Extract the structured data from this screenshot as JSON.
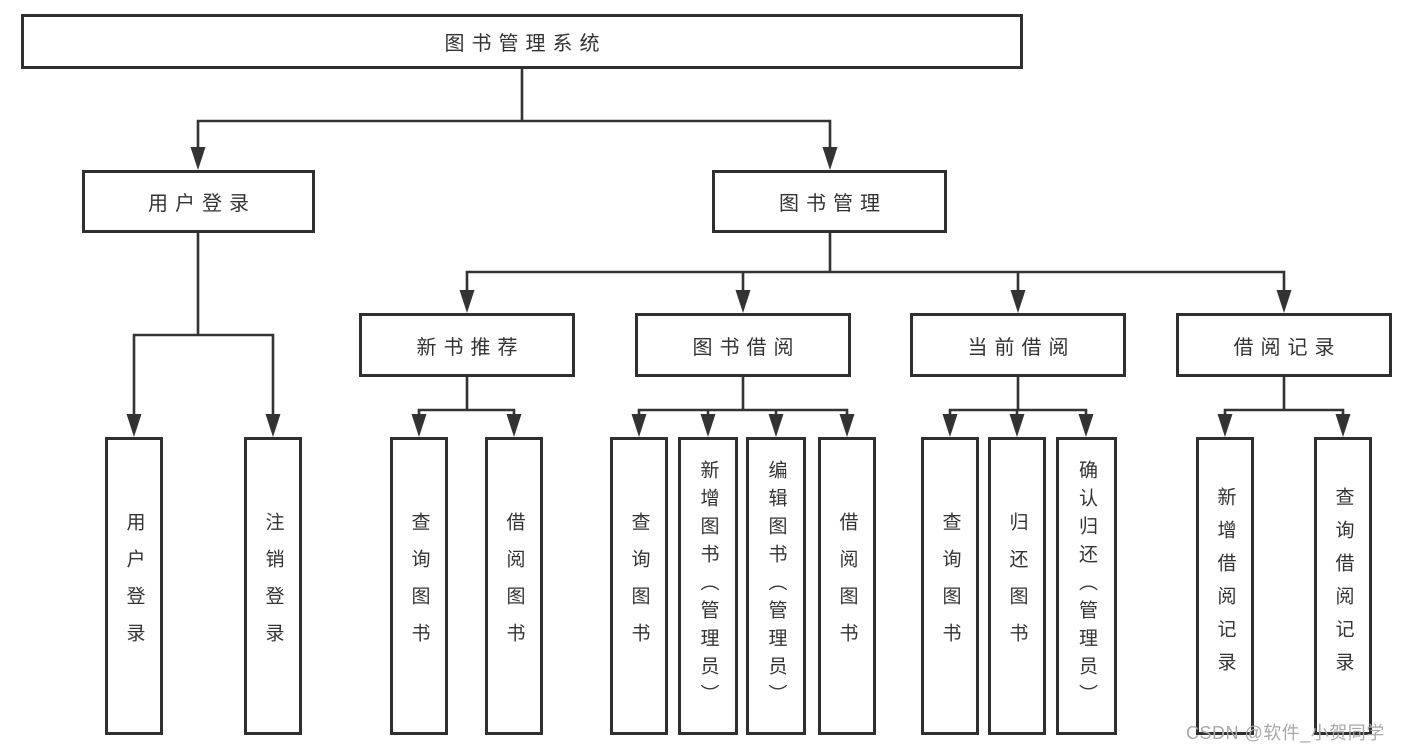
{
  "diagram_title": "图书管理系统",
  "nodes": {
    "root": "图书管理系统",
    "user_login": "用户登录",
    "book_management": "图书管理",
    "new_book_recommend": "新书推荐",
    "book_borrowing": "图书借阅",
    "current_borrowing": "当前借阅",
    "borrowing_records": "借阅记录",
    "leaf_user_login": "用户登录",
    "leaf_logout": "注销登录",
    "leaf_query_books_recommend": "查询图书",
    "leaf_borrow_books_recommend": "借阅图书",
    "leaf_query_books_borrowing": "查询图书",
    "leaf_add_books_admin": "新增图书（管理员）",
    "leaf_edit_books_admin": "编辑图书（管理员）",
    "leaf_borrow_books_borrowing": "借阅图书",
    "leaf_query_books_current": "查询图书",
    "leaf_return_books": "归还图书",
    "leaf_confirm_return_admin": "确认归还（管理员）",
    "leaf_add_borrow_record": "新增借阅记录",
    "leaf_query_borrow_record": "查询借阅记录"
  },
  "watermark": "CSDN @软件_小贺同学",
  "colors": {
    "line": "#333333",
    "box_border": "#2f2f2f",
    "box_fill": "#ffffff",
    "text": "#333333",
    "watermark_text": "#a9a9a9",
    "background": "#ffffff"
  }
}
